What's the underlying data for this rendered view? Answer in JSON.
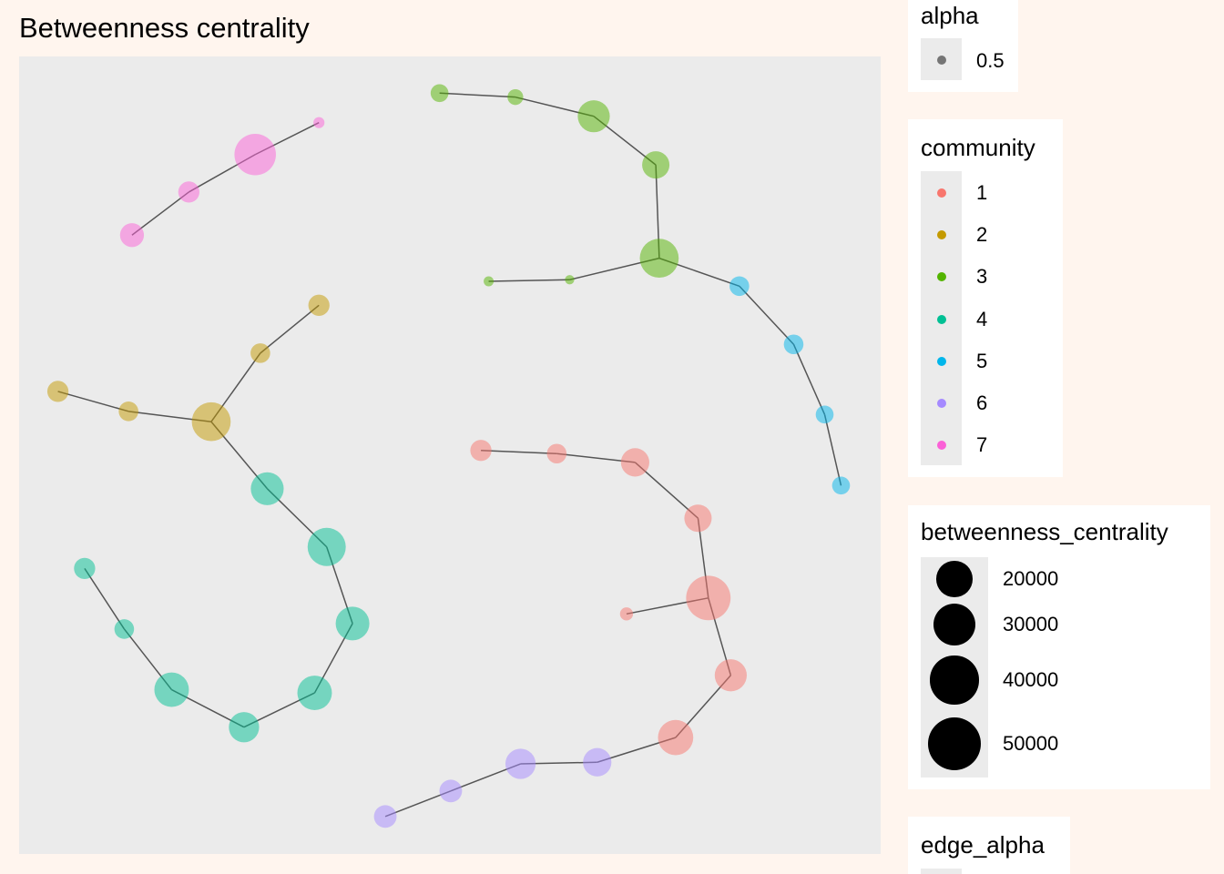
{
  "chart_data": {
    "type": "network",
    "title": "Betweenness centrality",
    "edge_color": "#555555",
    "panel_color": "#EBEBEB",
    "background_color": "#FFF5EE",
    "communities": [
      {
        "id": "1",
        "color": "#F8766D"
      },
      {
        "id": "2",
        "color": "#C49A00"
      },
      {
        "id": "3",
        "color": "#53B400"
      },
      {
        "id": "4",
        "color": "#00C094"
      },
      {
        "id": "5",
        "color": "#00B6EB"
      },
      {
        "id": "6",
        "color": "#A58AFF"
      },
      {
        "id": "7",
        "color": "#FB61D7"
      }
    ],
    "nodes": [
      {
        "id": "a1",
        "community": "3",
        "x": 0.488,
        "y": 0.954,
        "bc": 3000
      },
      {
        "id": "a2",
        "community": "3",
        "x": 0.576,
        "y": 0.949,
        "bc": 2000
      },
      {
        "id": "a3",
        "community": "3",
        "x": 0.667,
        "y": 0.925,
        "bc": 15000
      },
      {
        "id": "a4",
        "community": "3",
        "x": 0.739,
        "y": 0.864,
        "bc": 10000
      },
      {
        "id": "a5",
        "community": "3",
        "x": 0.743,
        "y": 0.747,
        "bc": 24000
      },
      {
        "id": "a6",
        "community": "3",
        "x": 0.545,
        "y": 0.718,
        "bc": 300
      },
      {
        "id": "a7",
        "community": "3",
        "x": 0.639,
        "y": 0.72,
        "bc": 200
      },
      {
        "id": "b1",
        "community": "5",
        "x": 0.836,
        "y": 0.712,
        "bc": 4000
      },
      {
        "id": "b2",
        "community": "5",
        "x": 0.899,
        "y": 0.639,
        "bc": 4000
      },
      {
        "id": "b3",
        "community": "5",
        "x": 0.935,
        "y": 0.551,
        "bc": 3000
      },
      {
        "id": "b4",
        "community": "5",
        "x": 0.954,
        "y": 0.462,
        "bc": 3000
      },
      {
        "id": "c1",
        "community": "7",
        "x": 0.348,
        "y": 0.917,
        "bc": 500
      },
      {
        "id": "c2",
        "community": "7",
        "x": 0.274,
        "y": 0.877,
        "bc": 28000
      },
      {
        "id": "c3",
        "community": "7",
        "x": 0.197,
        "y": 0.83,
        "bc": 5000
      },
      {
        "id": "c4",
        "community": "7",
        "x": 0.131,
        "y": 0.776,
        "bc": 7000
      },
      {
        "id": "d1",
        "community": "2",
        "x": 0.348,
        "y": 0.688,
        "bc": 5000
      },
      {
        "id": "d2",
        "community": "2",
        "x": 0.28,
        "y": 0.628,
        "bc": 4000
      },
      {
        "id": "d3",
        "community": "2",
        "x": 0.223,
        "y": 0.542,
        "bc": 24000
      },
      {
        "id": "d4",
        "community": "2",
        "x": 0.127,
        "y": 0.555,
        "bc": 4000
      },
      {
        "id": "d5",
        "community": "2",
        "x": 0.045,
        "y": 0.58,
        "bc": 5000
      },
      {
        "id": "e1",
        "community": "4",
        "x": 0.288,
        "y": 0.458,
        "bc": 16000
      },
      {
        "id": "e2",
        "community": "4",
        "x": 0.357,
        "y": 0.385,
        "bc": 23000
      },
      {
        "id": "e3",
        "community": "4",
        "x": 0.387,
        "y": 0.289,
        "bc": 17000
      },
      {
        "id": "e4",
        "community": "4",
        "x": 0.343,
        "y": 0.202,
        "bc": 18000
      },
      {
        "id": "e5",
        "community": "4",
        "x": 0.261,
        "y": 0.159,
        "bc": 13000
      },
      {
        "id": "e6",
        "community": "4",
        "x": 0.177,
        "y": 0.206,
        "bc": 18000
      },
      {
        "id": "e7",
        "community": "4",
        "x": 0.122,
        "y": 0.282,
        "bc": 4000
      },
      {
        "id": "e8",
        "community": "4",
        "x": 0.076,
        "y": 0.358,
        "bc": 5000
      },
      {
        "id": "f1",
        "community": "1",
        "x": 0.536,
        "y": 0.506,
        "bc": 5000
      },
      {
        "id": "f2",
        "community": "1",
        "x": 0.624,
        "y": 0.502,
        "bc": 4000
      },
      {
        "id": "f3",
        "community": "1",
        "x": 0.715,
        "y": 0.491,
        "bc": 11000
      },
      {
        "id": "f4",
        "community": "1",
        "x": 0.788,
        "y": 0.421,
        "bc": 10000
      },
      {
        "id": "f5",
        "community": "1",
        "x": 0.8,
        "y": 0.321,
        "bc": 33000
      },
      {
        "id": "f6",
        "community": "1",
        "x": 0.705,
        "y": 0.301,
        "bc": 1000
      },
      {
        "id": "f7",
        "community": "1",
        "x": 0.826,
        "y": 0.224,
        "bc": 15000
      },
      {
        "id": "f8",
        "community": "1",
        "x": 0.762,
        "y": 0.146,
        "bc": 19000
      },
      {
        "id": "g1",
        "community": "6",
        "x": 0.671,
        "y": 0.115,
        "bc": 11000
      },
      {
        "id": "g2",
        "community": "6",
        "x": 0.582,
        "y": 0.113,
        "bc": 13000
      },
      {
        "id": "g3",
        "community": "6",
        "x": 0.501,
        "y": 0.079,
        "bc": 6000
      },
      {
        "id": "g4",
        "community": "6",
        "x": 0.425,
        "y": 0.047,
        "bc": 6000
      }
    ],
    "edges": [
      [
        "a1",
        "a2"
      ],
      [
        "a2",
        "a3"
      ],
      [
        "a3",
        "a4"
      ],
      [
        "a4",
        "a5"
      ],
      [
        "a5",
        "a7"
      ],
      [
        "a7",
        "a6"
      ],
      [
        "a5",
        "b1"
      ],
      [
        "b1",
        "b2"
      ],
      [
        "b2",
        "b3"
      ],
      [
        "b3",
        "b4"
      ],
      [
        "c1",
        "c2"
      ],
      [
        "c2",
        "c3"
      ],
      [
        "c3",
        "c4"
      ],
      [
        "d1",
        "d2"
      ],
      [
        "d2",
        "d3"
      ],
      [
        "d3",
        "d4"
      ],
      [
        "d4",
        "d5"
      ],
      [
        "d3",
        "e1"
      ],
      [
        "e1",
        "e2"
      ],
      [
        "e2",
        "e3"
      ],
      [
        "e3",
        "e4"
      ],
      [
        "e4",
        "e5"
      ],
      [
        "e5",
        "e6"
      ],
      [
        "e6",
        "e7"
      ],
      [
        "e7",
        "e8"
      ],
      [
        "f1",
        "f2"
      ],
      [
        "f2",
        "f3"
      ],
      [
        "f3",
        "f4"
      ],
      [
        "f4",
        "f5"
      ],
      [
        "f5",
        "f6"
      ],
      [
        "f5",
        "f7"
      ],
      [
        "f7",
        "f8"
      ],
      [
        "f8",
        "g1"
      ],
      [
        "g1",
        "g2"
      ],
      [
        "g2",
        "g3"
      ],
      [
        "g3",
        "g4"
      ]
    ],
    "size_scale": {
      "min_bc": 0,
      "max_bc": 55000
    },
    "legends": {
      "alpha": {
        "title": "alpha",
        "entries": [
          "0.5"
        ]
      },
      "community": {
        "title": "community",
        "entries": [
          "1",
          "2",
          "3",
          "4",
          "5",
          "6",
          "7"
        ]
      },
      "betweenness_centrality": {
        "title": "betweenness_centrality",
        "entries": [
          20000,
          30000,
          40000,
          50000
        ]
      },
      "edge_alpha": {
        "title": "edge_alpha"
      }
    }
  }
}
